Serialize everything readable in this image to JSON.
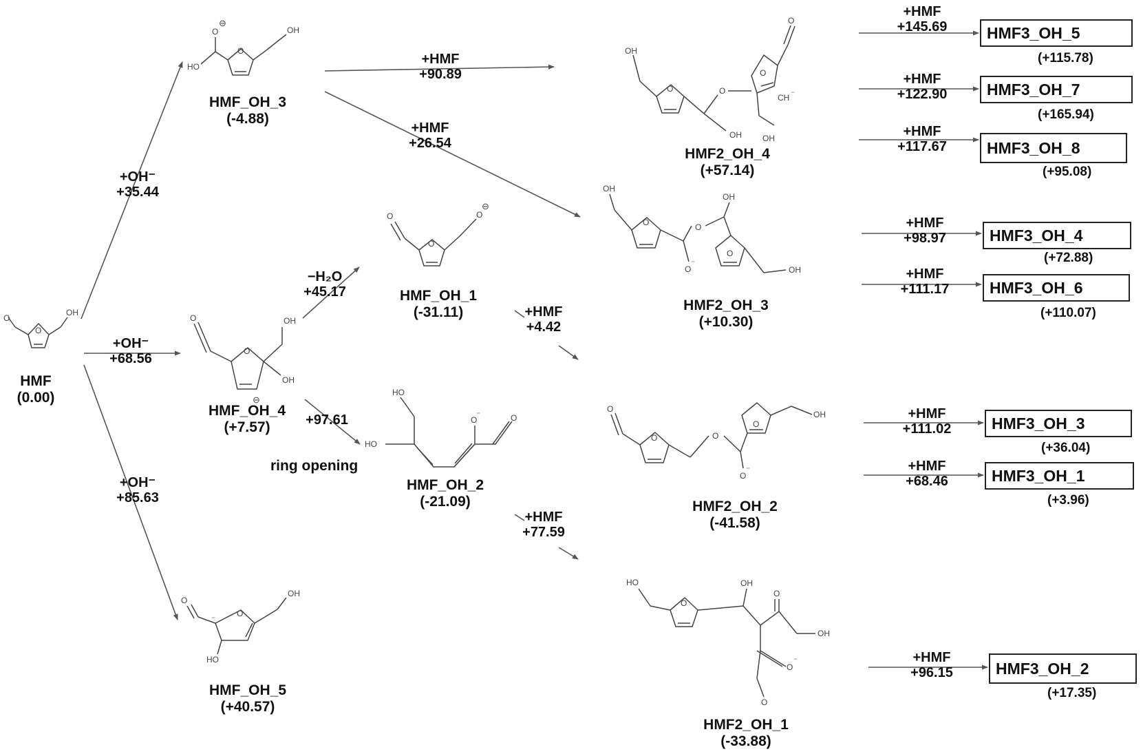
{
  "species": {
    "hmf": {
      "name": "HMF",
      "energy": "(0.00)"
    },
    "hmf_oh_3": {
      "name": "HMF_OH_3",
      "energy": "(-4.88)"
    },
    "hmf_oh_4": {
      "name": "HMF_OH_4",
      "energy": "(+7.57)"
    },
    "hmf_oh_5": {
      "name": "HMF_OH_5",
      "energy": "(+40.57)"
    },
    "hmf_oh_1": {
      "name": "HMF_OH_1",
      "energy": "(-31.11)"
    },
    "hmf_oh_2": {
      "name": "HMF_OH_2",
      "energy": "(-21.09)"
    },
    "hmf2_oh_4": {
      "name": "HMF2_OH_4",
      "energy": "(+57.14)"
    },
    "hmf2_oh_3": {
      "name": "HMF2_OH_3",
      "energy": "(+10.30)"
    },
    "hmf2_oh_2": {
      "name": "HMF2_OH_2",
      "energy": "(-41.58)"
    },
    "hmf2_oh_1": {
      "name": "HMF2_OH_1",
      "energy": "(-33.88)"
    }
  },
  "reactions": {
    "hmf_to_oh3": {
      "reagent": "+OH⁻",
      "energy": "+35.44"
    },
    "hmf_to_oh4": {
      "reagent": "+OH⁻",
      "energy": "+68.56"
    },
    "hmf_to_oh5": {
      "reagent": "+OH⁻",
      "energy": "+85.63"
    },
    "oh3_to_2oh4": {
      "reagent": "+HMF",
      "energy": "+90.89"
    },
    "oh3_to_2oh3": {
      "reagent": "+HMF",
      "energy": "+26.54"
    },
    "oh4_to_oh1": {
      "reagent": "−H₂O",
      "energy": "+45.17"
    },
    "oh4_to_oh2": {
      "energy": "+97.61"
    },
    "oh1_to_2oh2": {
      "reagent": "+HMF",
      "energy": "+4.42"
    },
    "oh2_to_2oh1": {
      "reagent": "+HMF",
      "energy": "+77.59"
    }
  },
  "notes": {
    "ring_opening": "ring opening"
  },
  "atom_labels": {
    "oh": "OH",
    "ho": "HO",
    "o": "O",
    "ch": "CH",
    "minus": "⁻",
    "minus_circled": "⊖"
  },
  "products": [
    {
      "reagent": "+HMF",
      "energy": "+145.69",
      "name": "HMF3_OH_5",
      "product_energy": "(+115.78)"
    },
    {
      "reagent": "+HMF",
      "energy": "+122.90",
      "name": "HMF3_OH_7",
      "product_energy": "(+165.94)"
    },
    {
      "reagent": "+HMF",
      "energy": "+117.67",
      "name": "HMF3_OH_8",
      "product_energy": "(+95.08)"
    },
    {
      "reagent": "+HMF",
      "energy": "+98.97",
      "name": "HMF3_OH_4",
      "product_energy": "(+72.88)"
    },
    {
      "reagent": "+HMF",
      "energy": "+111.17",
      "name": "HMF3_OH_6",
      "product_energy": "(+110.07)"
    },
    {
      "reagent": "+HMF",
      "energy": "+111.02",
      "name": "HMF3_OH_3",
      "product_energy": "(+36.04)"
    },
    {
      "reagent": "+HMF",
      "energy": "+68.46",
      "name": "HMF3_OH_1",
      "product_energy": "(+3.96)"
    },
    {
      "reagent": "+HMF",
      "energy": "+96.15",
      "name": "HMF3_OH_2",
      "product_energy": "(+17.35)"
    }
  ],
  "colors": {
    "arrow": "#555555",
    "bond": "#444444",
    "text": "#111111"
  }
}
